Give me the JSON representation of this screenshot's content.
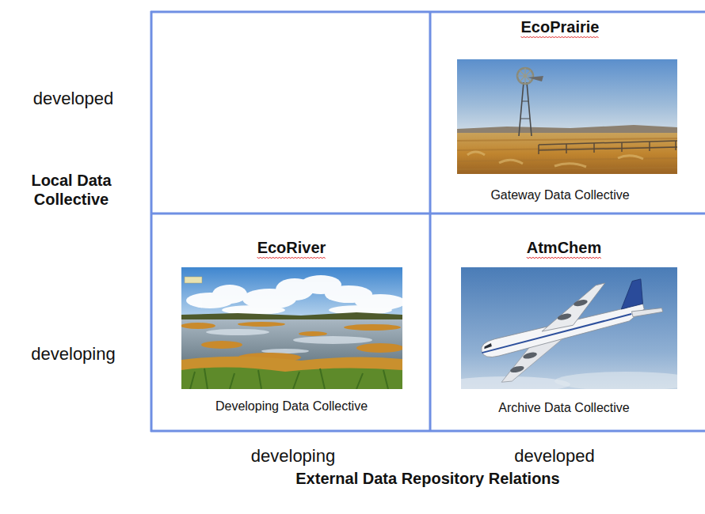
{
  "diagram": {
    "nodes": [
      {
        "text": [
          "EcoPrairie",
          "Gateway Data Collective"
        ]
      },
      {
        "text": [
          "EcoRiver",
          "Developing Data Collective"
        ]
      },
      {
        "text": [
          "AtmChem",
          "Archive Data Collective"
        ]
      }
    ],
    "labels": [
      "developed",
      "Local Data Collective",
      "developing",
      "developing",
      "developed",
      "External Data Repository Relations"
    ]
  }
}
